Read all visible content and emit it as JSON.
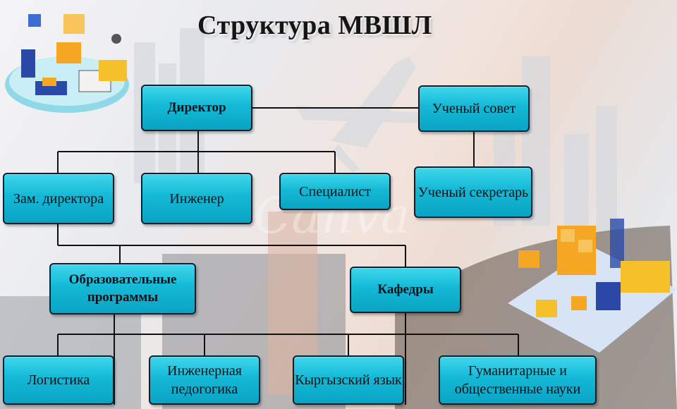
{
  "title": "Структура МВШЛ",
  "nodes": {
    "director": "Директор",
    "council": "Ученый совет",
    "deputy": "Зам. директора",
    "engineer": "Инженер",
    "specialist": "Специалист",
    "secretary": "Ученый секретарь",
    "programs": "Образовательные программы",
    "departments": "Кафедры",
    "logistics": "Логистика",
    "pedagogy": "Инженерная педогогика",
    "kyrgyz": "Кыргызский язык",
    "humanities": "Гуманитарные и общественные науки"
  },
  "colors": {
    "box_fill": "#14b9d6",
    "box_border": "#0a2230",
    "line": "#111111"
  }
}
